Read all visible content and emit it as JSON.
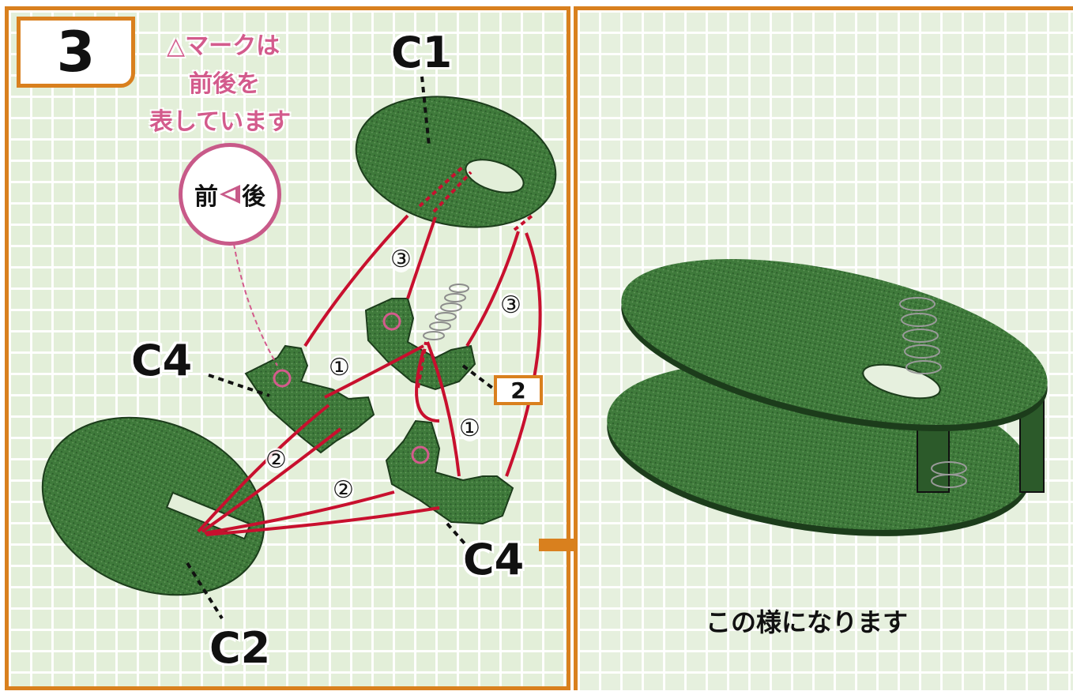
{
  "step": {
    "number": "3"
  },
  "note": {
    "lines": [
      "△マークは",
      "前後を",
      "表しています"
    ],
    "callout_front": "前",
    "callout_back": "後",
    "color": "#d35b8c"
  },
  "parts": {
    "c1": "C1",
    "c2": "C2",
    "c4_left": "C4",
    "c4_right": "C4"
  },
  "order": {
    "one": "①",
    "two": "②",
    "three": "③"
  },
  "reference": "2",
  "result": {
    "caption": "この様になります"
  },
  "colors": {
    "frame": "#d9801e",
    "part_green": "#3f7a3b",
    "guide_red": "#c8102e",
    "grid_bg": "#e3efd9"
  },
  "icons": {
    "arrow": "right-arrow-icon",
    "spring": "spring-icon"
  }
}
